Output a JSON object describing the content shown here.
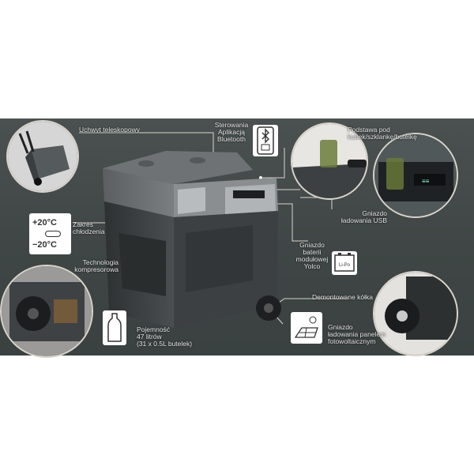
{
  "labels": {
    "telescopic_handle": "Uchwyt teleskopowy",
    "bluetooth_control": "Sterowania\nAplikacją\nBluetooth",
    "cup_holder": "Podstawa pod\nkubek/szklankę/butelkę",
    "usb_socket": "Gniazdo\nładowania USB",
    "cooling_range": "Zakres\nchłodzenia",
    "compressor": "Technologia\nkompresorowa",
    "battery_socket": "Gniazdo\nbaterii\nmodułowej\nYolco",
    "removable_wheels": "Demontowane kółka",
    "capacity": "Pojemność\n47 litrów\n(31 x 0.5L butelek)",
    "solar_socket": "Gniazdo\nładowania panelem\nfotowoltaicznym"
  },
  "temps": {
    "high": "+20°C",
    "low": "−20°C"
  },
  "icons": {
    "bluetooth": "bluetooth-icon",
    "battery": "battery-icon",
    "battery_text": "Li-Po",
    "bottle": "bottle-icon",
    "solar": "solar-panel-icon",
    "thermometer": "thermometer-icon"
  },
  "colors": {
    "background": "#434a49",
    "cooler_dark": "#3a3d3e",
    "cooler_lid": "#6a6e70",
    "accent_line": "#d8d4cc"
  }
}
